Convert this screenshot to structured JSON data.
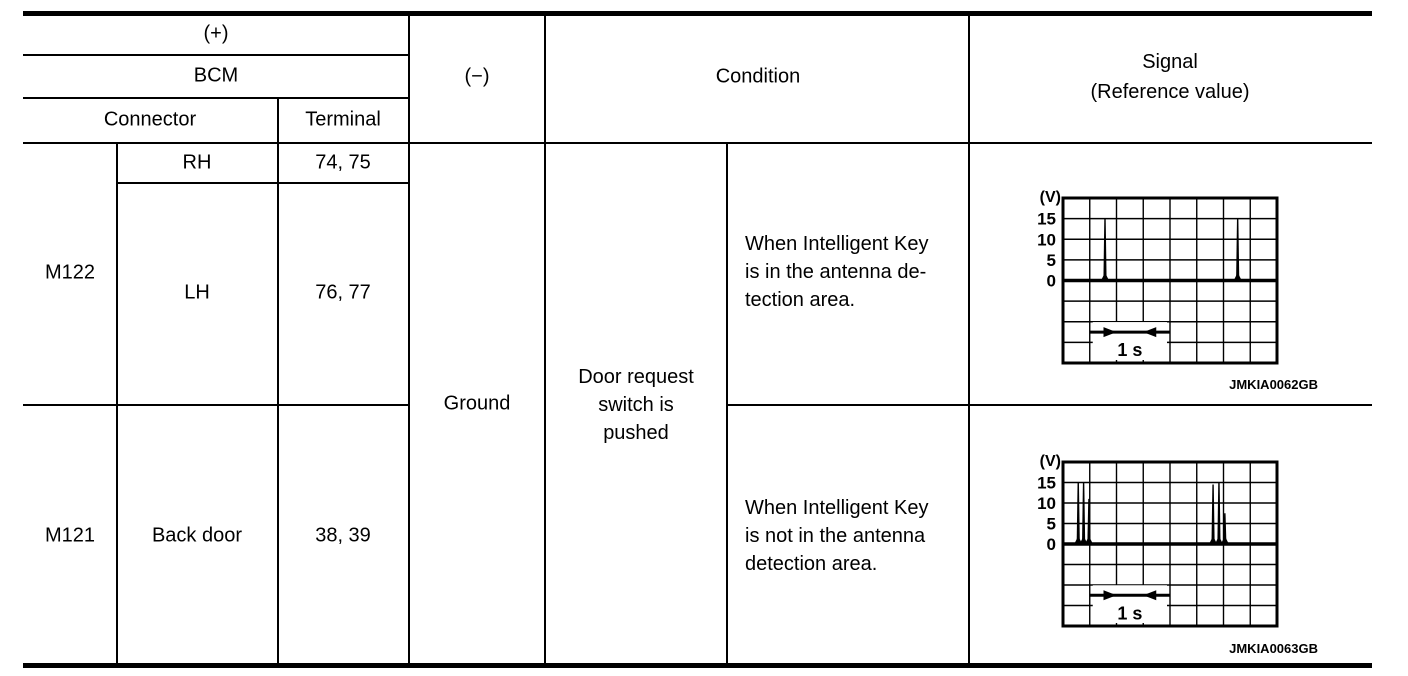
{
  "table": {
    "header": {
      "plus": "(+)",
      "bcm": "BCM",
      "connector": "Connector",
      "terminal": "Terminal",
      "minus": "(−)",
      "condition": "Condition",
      "signal_line1": "Signal",
      "signal_line2": "(Reference value)"
    },
    "body": {
      "m122": "M122",
      "rh": "RH",
      "rh_terminals": "74, 75",
      "lh": "LH",
      "lh_terminals": "76, 77",
      "m121": "M121",
      "back_door": "Back door",
      "back_door_terminals": "38, 39",
      "ground": "Ground",
      "door_request_lines": [
        "Door request",
        "switch is",
        "pushed"
      ],
      "key_in_lines": [
        "When Intelligent Key",
        "is in the antenna de-",
        "tection area."
      ],
      "key_not_in_lines": [
        "When Intelligent Key",
        "is not in the antenna",
        "detection area."
      ]
    }
  },
  "chart_data": [
    {
      "type": "line",
      "caption": "JMKIA0062GB",
      "y_unit": "(V)",
      "yticks": [
        "15",
        "10",
        "5",
        "0"
      ],
      "volts_per_cell": 5,
      "seconds_per_cell": 1,
      "grid_cols": 8,
      "grid_rows": 8,
      "zero_row": 4,
      "ylim": [
        -20,
        20
      ],
      "time_marker_label": "1 s",
      "pulses": [
        {
          "t_cells": 1.57,
          "peak_v": 15
        },
        {
          "t_cells": 6.53,
          "peak_v": 15
        }
      ]
    },
    {
      "type": "line",
      "caption": "JMKIA0063GB",
      "y_unit": "(V)",
      "yticks": [
        "15",
        "10",
        "5",
        "0"
      ],
      "volts_per_cell": 5,
      "seconds_per_cell": 1,
      "grid_cols": 8,
      "grid_rows": 8,
      "zero_row": 4,
      "ylim": [
        -20,
        20
      ],
      "time_marker_label": "1 s",
      "pulses": [
        {
          "t_cells": 0.57,
          "peak_v": 15
        },
        {
          "t_cells": 0.77,
          "peak_v": 15
        },
        {
          "t_cells": 0.97,
          "peak_v": 11
        },
        {
          "t_cells": 5.61,
          "peak_v": 14.5
        },
        {
          "t_cells": 5.83,
          "peak_v": 15
        },
        {
          "t_cells": 6.05,
          "peak_v": 7.5
        }
      ]
    }
  ]
}
